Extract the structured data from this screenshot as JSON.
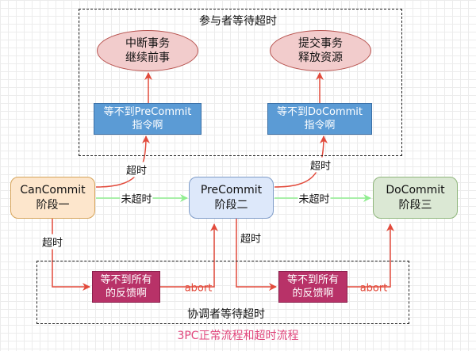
{
  "groups": {
    "participant_timeout": {
      "label": "参与者等待超时"
    },
    "coordinator_timeout": {
      "label": "协调者等待超时"
    }
  },
  "nodes": {
    "abort_txn": {
      "line1": "中断事务",
      "line2": "继续前事"
    },
    "commit_txn": {
      "line1": "提交事务",
      "line2": "释放资源"
    },
    "no_precommit": {
      "line1": "等不到PreCommit",
      "line2": "指令啊"
    },
    "no_docommit": {
      "line1": "等不到DoCommit",
      "line2": "指令啊"
    },
    "cancommit": {
      "line1": "CanCommit",
      "line2": "阶段一"
    },
    "precommit": {
      "line1": "PreCommit",
      "line2": "阶段二"
    },
    "docommit": {
      "line1": "DoCommit",
      "line2": "阶段三"
    },
    "no_feedback_1": {
      "line1": "等不到所有",
      "line2": "的反馈啊"
    },
    "no_feedback_2": {
      "line1": "等不到所有",
      "line2": "的反馈啊"
    }
  },
  "edge_labels": {
    "timeout_top_1": "超时",
    "timeout_top_2": "超时",
    "not_timeout_1": "未超时",
    "not_timeout_2": "未超时",
    "timeout_bottom_1": "超时",
    "timeout_bottom_2": "超时",
    "abort_1": "abort",
    "abort_2": "abort"
  },
  "caption": "3PC正常流程和超时流程",
  "colors": {
    "timeout_edge": "#e24a3b",
    "normal_edge": "#90ee90",
    "caption": "#e0457b"
  }
}
